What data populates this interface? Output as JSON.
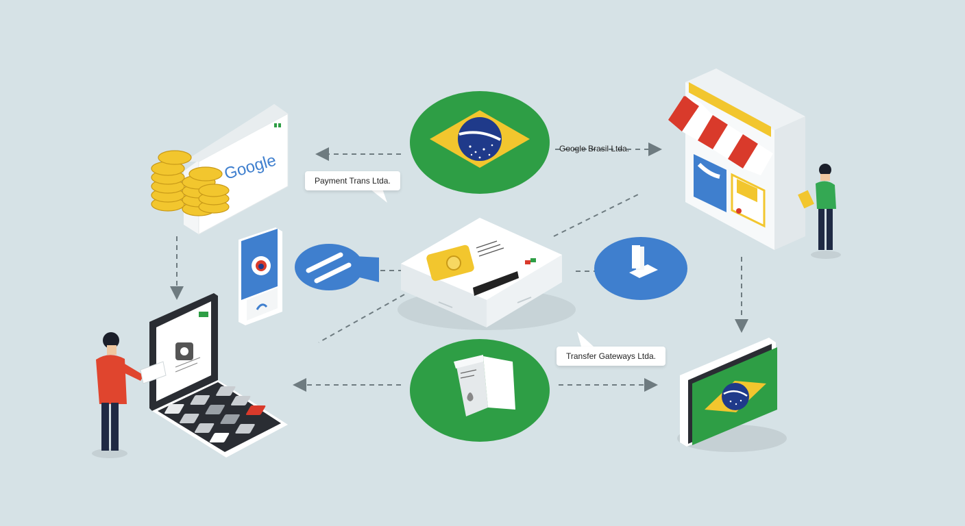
{
  "labels": {
    "payment": "Payment Trans Ltda.",
    "merchant": "Google Brasil Ltda.",
    "transfer": "Transfer Gateways Ltda."
  },
  "google_card": {
    "logo_text": "Google"
  },
  "colors": {
    "background": "#d6e2e6",
    "green": "#2e9e45",
    "blue": "#3f7fce",
    "yellow": "#f2c62e",
    "red": "#d93a2b",
    "flag_blue": "#1f3a8a"
  },
  "icons": [
    "coins-stack-icon",
    "google-card-icon",
    "phone-icon",
    "chat-bubble-icon",
    "brazil-flag-icon",
    "payment-terminal-icon",
    "upload-icon",
    "document-hand-icon",
    "storefront-icon",
    "laptop-calculator-icon",
    "person-icon",
    "brazil-card-icon"
  ]
}
